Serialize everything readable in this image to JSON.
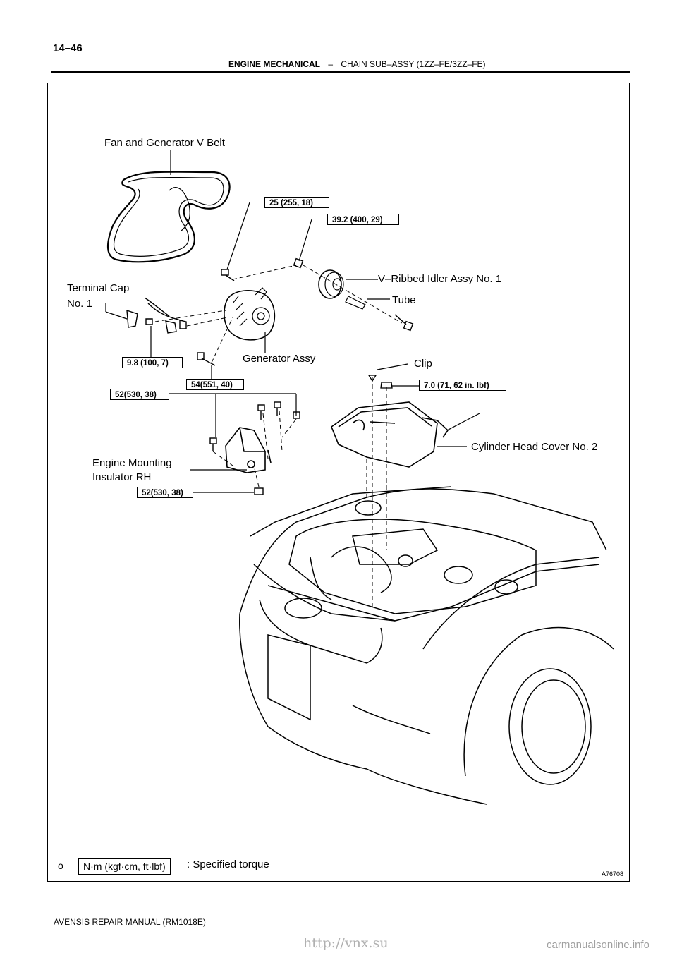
{
  "header": {
    "page_number": "14–46",
    "section": "ENGINE MECHANICAL",
    "separator": "–",
    "subsection": "CHAIN SUB–ASSY (1ZZ–FE/3ZZ–FE)"
  },
  "labels": {
    "fan_belt": "Fan and Generator V Belt",
    "idler": "V–Ribbed Idler Assy No. 1",
    "tube": "Tube",
    "terminal_cap_line1": "Terminal Cap",
    "terminal_cap_line2": "No. 1",
    "generator": "Generator Assy",
    "clip": "Clip",
    "head_cover": "Cylinder Head Cover No. 2",
    "mount_line1": "Engine Mounting",
    "mount_line2": "Insulator RH"
  },
  "torques": {
    "t25": "25 (255, 18)",
    "t39": "39.2 (400, 29)",
    "t9": "9.8 (100, 7)",
    "t54": "54(551, 40)",
    "t52a": "52(530, 38)",
    "t7": "7.0 (71, 62 in. lbf)",
    "t52b": "52(530, 38)"
  },
  "legend": {
    "units": "N·m (kgf·cm, ft·lbf)",
    "meaning": ": Specified torque",
    "mark": "o"
  },
  "figure_code": "A76708",
  "footer": "AVENSIS REPAIR MANUAL   (RM1018E)",
  "watermark": "http://vnx.su",
  "site": "carmanualsonline.info"
}
